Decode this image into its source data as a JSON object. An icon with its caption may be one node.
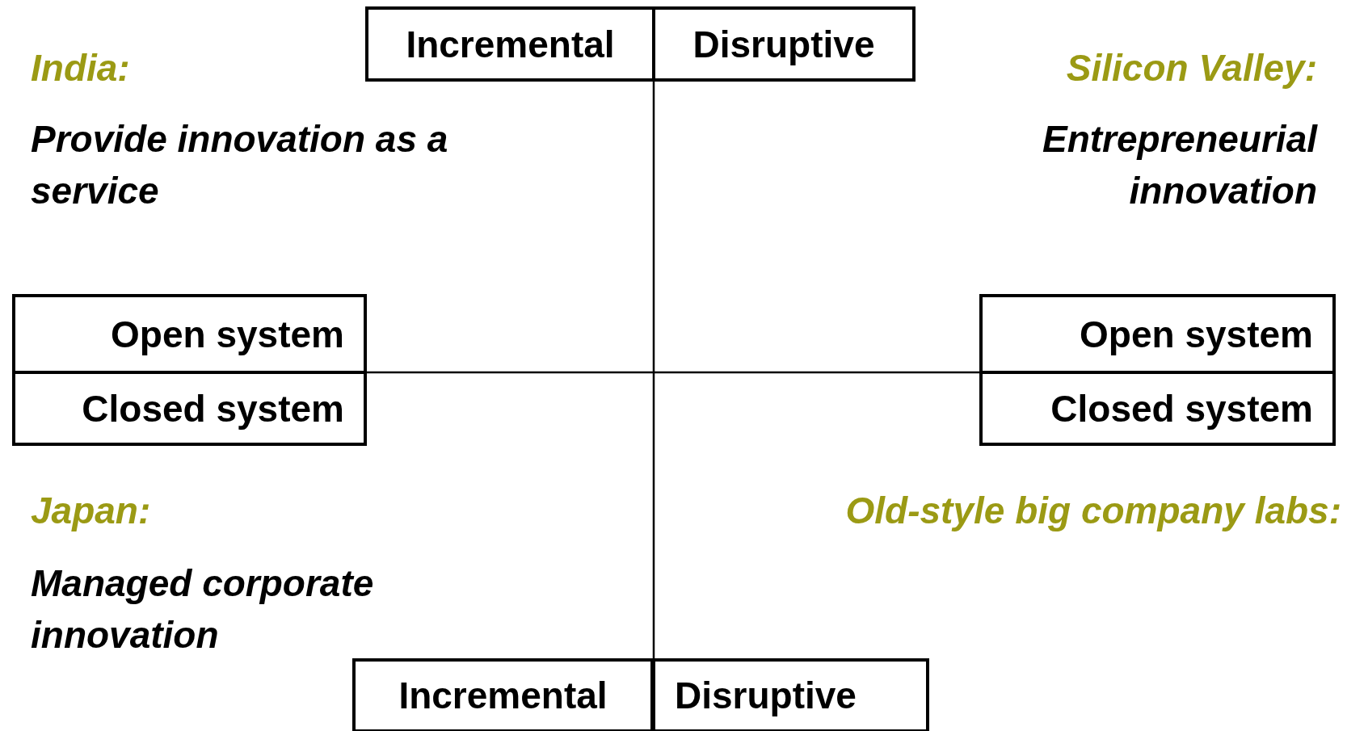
{
  "diagram": {
    "nodes": [
      {
        "text": [
          "Incremental"
        ]
      },
      {
        "text": [
          "Disruptive"
        ]
      },
      {
        "text": [
          "Open system"
        ]
      },
      {
        "text": [
          "Closed system"
        ]
      },
      {
        "text": [
          "Open system"
        ]
      },
      {
        "text": [
          "Closed system"
        ]
      },
      {
        "text": [
          "Incremental"
        ]
      },
      {
        "text": [
          "Disruptive"
        ]
      }
    ],
    "labels": [
      "India:",
      "Provide innovation as a service",
      "Silicon Valley:",
      "Entrepreneurial innovation",
      "Japan:",
      "Managed corporate innovation",
      "Old-style big company labs:"
    ]
  }
}
